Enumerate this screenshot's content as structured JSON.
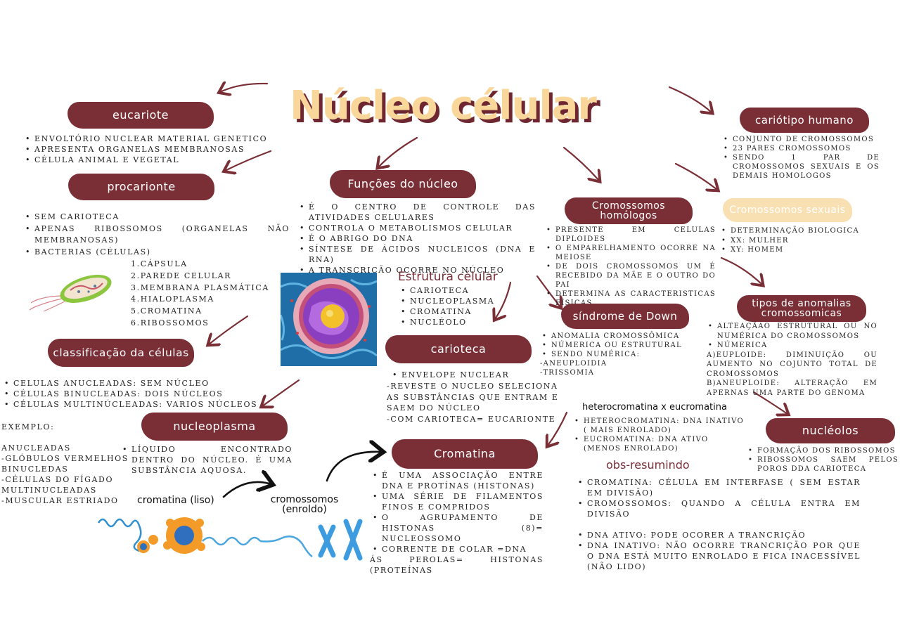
{
  "title": "Núcleo célular",
  "colors": {
    "accent": "#7a2e36",
    "accent_light": "#f8e0b2",
    "title_fill": "#f9d79a"
  },
  "eucariote": {
    "label": "eucariote",
    "items": [
      "ENVOLTÓRIO NUCLEAR MATERIAL GENETICO",
      "APRESENTA ORGANELAS MEMBRANOSAS",
      "CÉLULA ANIMAL E VEGETAL"
    ]
  },
  "procarionte": {
    "label": "procarionte",
    "items": [
      "SEM CARIOTECA",
      "APENAS RIBOSSOMOS (ORGANELAS NÃO MEMBRANOSAS)",
      "BACTERIAS (CÉLULAS)"
    ],
    "parts": [
      "1.CÁPSULA",
      "2.PAREDE CELULAR",
      "3.MEMBRANA PLASMÁTICA",
      "4.HIALOPLASMA",
      "5.CROMATINA",
      "6.RIBOSSOMOS"
    ]
  },
  "classificacao": {
    "label": "classificação da células",
    "items": [
      "CELULAS ANUCLEADAS: SEM NÚCLEO",
      "CÉLULAS BINUCLEADAS: DOIS NÚCLEOS",
      "CÉLULAS MULTINÚCLEADAS: VARIOS NÚCLEOS"
    ],
    "example_title": "EXEMPLO:",
    "examples": [
      "ANUCLEADAS",
      "-GLÓBULOS VERMELHOS",
      "BINUCLEDAS",
      "-CÉLULAS DO FÍGADO",
      "MULTINUCLEADAS",
      "-MUSCULAR ESTRIADO"
    ]
  },
  "funcoes": {
    "label": "Funções do núcleo",
    "items": [
      "É O CENTRO DE CONTROLE DAS ATIVIDADES CELULARES",
      "CONTROLA O METABOLISMOS CELULAR",
      "É O ABRIGO DO DNA",
      "SÍNTESE DE ÁCIDOS NUCLEICOS (DNA E RNA)",
      "A TRANSCRIÇÃO OCORRE NO NÚCLEO"
    ]
  },
  "estrutura": {
    "label": "Estrutura célular",
    "items": [
      "CARIOTECA",
      "NUCLEOPLASMA",
      "CROMATINA",
      "NUCLÉOLO"
    ]
  },
  "carioteca": {
    "label": "carioteca",
    "items": [
      "ENVELOPE NUCLEAR"
    ],
    "lines": [
      "-REVESTE O NUCLEO SELECIONA AS SUBSTÂNCIAS QUE ENTRAM E SAEM DO NÚCLEO",
      "-COM CARIOTECA= EUCARIONTE"
    ]
  },
  "nucleoplasma": {
    "label": "nucleoplasma",
    "items": [
      "LÍQUIDO ENCONTRADO DENTRO DO NÚCLEO. É UMA SUBSTÂNCIA AQUOSA."
    ]
  },
  "cromatina_diagram": {
    "left": "cromatina (liso)",
    "right": "cromossomos (enroldo)"
  },
  "cromatina": {
    "label": "Cromatina",
    "items": [
      "É UMA ASSOCIAÇÃO ENTRE DNA E PROTÍNAS (HISTONAS)",
      "UMA SÉRIE DE FILAMENTOS FINOS E COMPRIDOS",
      "O AGRUPAMENTO DE HISTONAS (8)= NUCLEOSSOMO",
      "CORRENTE DE COLAR =DNA"
    ],
    "tail": "ÁS PEROLAS= HISTONAS (PROTEÍNAS"
  },
  "cariotipo": {
    "label": "cariótipo humano",
    "items": [
      "CONJUNTO DE CROMOSSOMOS",
      "23 PARES CROMOSSOMOS",
      "SENDO 1 PAR DE CROMOSSOMOS SEXUAIS E OS DEMAIS HOMOLOGOS"
    ]
  },
  "homologos": {
    "label": "Cromossomos homólogos",
    "items": [
      "PRESENTE EM CELULAS DIPLOIDES",
      "O EMPARELHAMENTO OCORRE NA MEIOSE",
      "DE DOIS CROMOSSOMOS UM É RECEBIDO DA MÃE E O OUTRO DO PAI",
      "DETERMINA AS CARACTERISTICAS FÍSICAS"
    ]
  },
  "sexuais": {
    "label": "Cromossomos sexuais",
    "items": [
      "DETERMINAÇÃO BIOLOGICA",
      "XX: MULHER",
      "XY: HOMEM"
    ]
  },
  "down": {
    "label": "síndrome de Down",
    "items": [
      "ANOMALIA CROMOSSÔMICA",
      "NÚMERICA OU ESTRUTURAL",
      "SENDO NUMÉRICA:"
    ],
    "lines": [
      "-ANEUPLOIDIA",
      "-TRISSOMIA"
    ]
  },
  "anomalias": {
    "label": "tipos de anomalias cromossomicas",
    "items": [
      "ALTEAÇÃAO ESTRUTURAL OU NO NUMÉRICA DO CROMOSSOMOS",
      "NÚMERICA"
    ],
    "lines": [
      "A)EUPLOIDE: DIMINUIÇÃO OU AUMENTO NO COJUNTO TOTAL DE CROMOSSOMOS",
      "B)ANEUPLOIDE: ALTERAÇÃO EM APERNAS UMA PARTE DO GENOMA"
    ]
  },
  "hetero": {
    "label": "heterocromatina x eucromatina",
    "items": [
      "HETEROCROMATINA: DNA INATIVO ( MAIS ENROLADO)",
      "EUCROMATINA: DNA ATIVO (MENOS ENROLADO)"
    ]
  },
  "nucleolos": {
    "label": "nucléolos",
    "items": [
      "FORMAÇÃO DOS RIBOSSOMOS",
      "RIBOSSOMOS SAEM PELOS POROS DDA CARIOTECA"
    ]
  },
  "resumo": {
    "label": "obs-resumindo",
    "items": [
      "CROMATINA: CÉLULA EM INTERFASE ( SEM ESTAR EM DIVISÃO)",
      "CROMOSSOMOS: QUANDO A CÉLULA ENTRA EM DIVISÃO"
    ],
    "items2": [
      "DNA ATIVO: PODE OCORER A TRANCRIÇÃO",
      "DNA INATIVO: NÃO OCORRE TRANCRIÇÃO POR QUE O DNA ESTÁ MUITO ENROLADO E FICA INACESSÍVEL (NÃO LIDO)"
    ]
  },
  "icons": [
    "bacteria-illustration",
    "cell-nucleus-illustration",
    "chromatin-to-chromosome-illustration",
    "arrow-icon"
  ]
}
